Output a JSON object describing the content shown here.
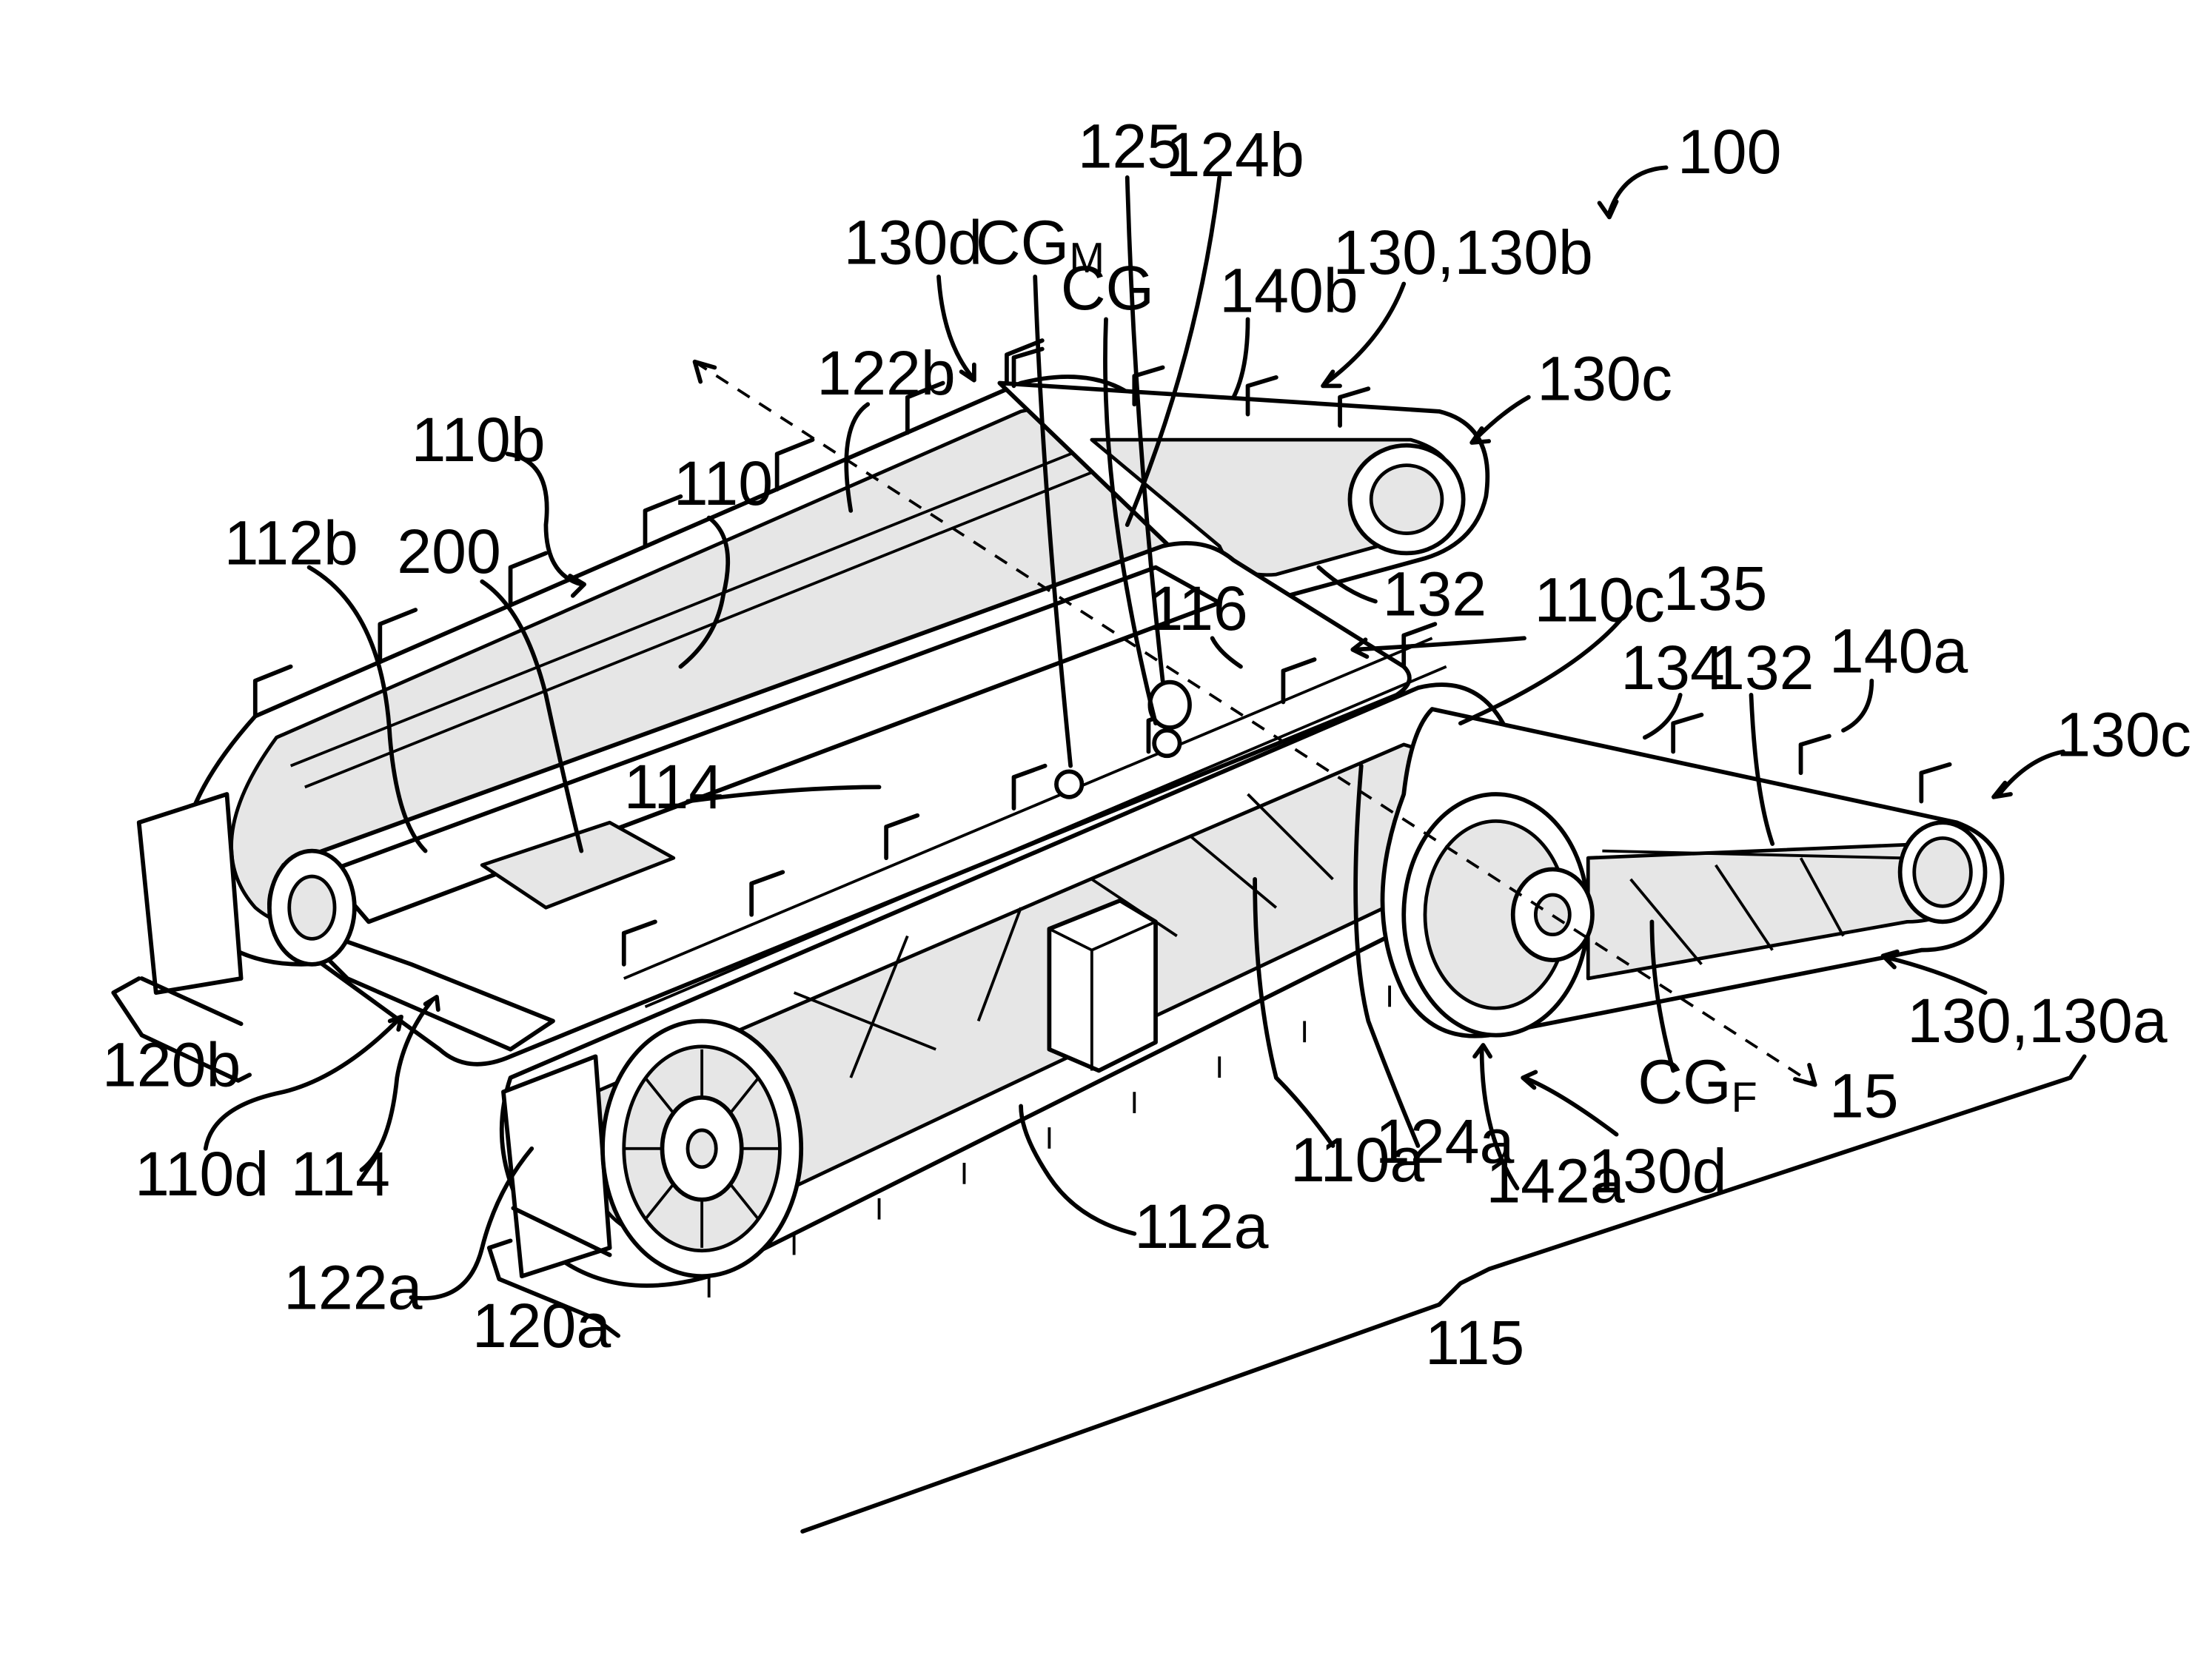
{
  "figure": {
    "labels": [
      {
        "id": "100",
        "text": "100"
      },
      {
        "id": "125",
        "text": "125"
      },
      {
        "id": "124b",
        "text": "124b"
      },
      {
        "id": "130d-top",
        "text": "130d"
      },
      {
        "id": "cgm",
        "text": "CG",
        "sub": "M"
      },
      {
        "id": "cg",
        "text": "CG"
      },
      {
        "id": "140b",
        "text": "140b"
      },
      {
        "id": "130-130b",
        "text": "130,130b"
      },
      {
        "id": "130c-top",
        "text": "130c"
      },
      {
        "id": "122b",
        "text": "122b"
      },
      {
        "id": "110b",
        "text": "110b"
      },
      {
        "id": "110",
        "text": "110"
      },
      {
        "id": "112b",
        "text": "112b"
      },
      {
        "id": "200",
        "text": "200"
      },
      {
        "id": "132-top",
        "text": "132"
      },
      {
        "id": "116",
        "text": "116"
      },
      {
        "id": "110c",
        "text": "110c"
      },
      {
        "id": "135",
        "text": "135"
      },
      {
        "id": "134",
        "text": "134"
      },
      {
        "id": "132-right",
        "text": "132"
      },
      {
        "id": "140a",
        "text": "140a"
      },
      {
        "id": "130c-right",
        "text": "130c"
      },
      {
        "id": "114-mid",
        "text": "114"
      },
      {
        "id": "130-130a",
        "text": "130,130a"
      },
      {
        "id": "cgf",
        "text": "CG",
        "sub": "F"
      },
      {
        "id": "15",
        "text": "15"
      },
      {
        "id": "120b",
        "text": "120b"
      },
      {
        "id": "110d",
        "text": "110d"
      },
      {
        "id": "114-low",
        "text": "114"
      },
      {
        "id": "110a",
        "text": "110a"
      },
      {
        "id": "124a",
        "text": "124a"
      },
      {
        "id": "142a",
        "text": "142a"
      },
      {
        "id": "130d-low",
        "text": "130d"
      },
      {
        "id": "112a",
        "text": "112a"
      },
      {
        "id": "122a",
        "text": "122a"
      },
      {
        "id": "120a",
        "text": "120a"
      },
      {
        "id": "115",
        "text": "115"
      }
    ]
  }
}
